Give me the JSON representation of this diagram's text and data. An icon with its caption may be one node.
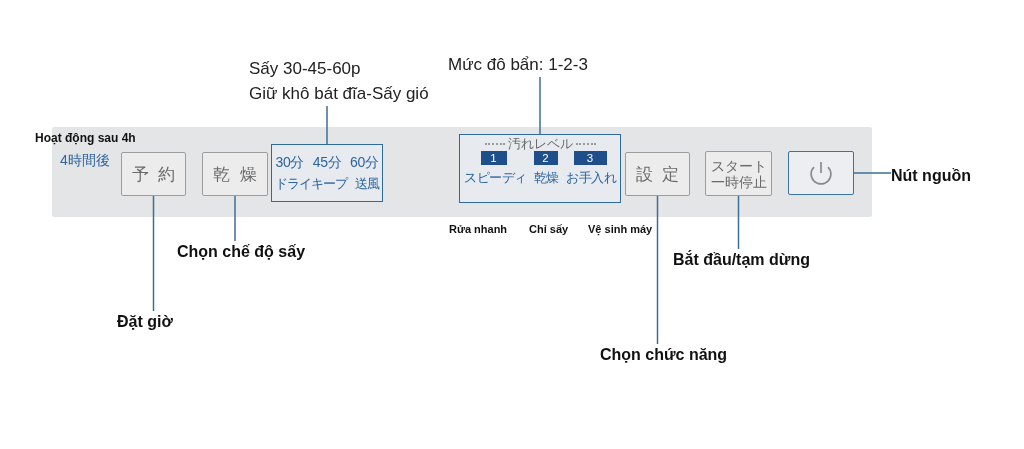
{
  "diagram": {
    "nodes": [
      {
        "text": [],
        "shape": "box"
      },
      {
        "text": [
          "予約"
        ],
        "in": 0,
        "beside": [
          "4時間後"
        ]
      },
      {
        "text": [
          "乾燥"
        ],
        "in": 0
      },
      {
        "text": [
          "30分 45分 60分",
          "ドライキープ 送風"
        ],
        "in": 0
      },
      {
        "text": [
          "汚れレベル",
          "スピーディ",
          "乾燥",
          "お手入れ"
        ],
        "in": 0
      },
      {
        "text": [
          "1"
        ],
        "in": 4
      },
      {
        "text": [
          "2"
        ],
        "in": 4
      },
      {
        "text": [
          "3"
        ],
        "in": 4
      },
      {
        "text": [
          "設定"
        ],
        "in": 0
      },
      {
        "text": [
          "スタート一時停止"
        ],
        "in": 0
      },
      {
        "text": [],
        "shape": "box",
        "in": 0
      },
      {
        "text": [
          "Sấy 30-45-60p",
          "Giữ khô bát đĩa-Sấy gió"
        ]
      },
      {
        "text": [
          "Mức đô bẩn: 1-2-3"
        ]
      },
      {
        "text": [
          "Chọn chế độ sấy"
        ]
      },
      {
        "text": [
          "Đặt giờ"
        ]
      },
      {
        "text": [
          "Chọn chức năng"
        ]
      },
      {
        "text": [
          "Bắt đầu/tạm dừng"
        ]
      },
      {
        "text": [
          "Nút nguồn"
        ]
      }
    ],
    "edges": [
      {
        "from": 11,
        "to": 3,
        "arrow": "none"
      },
      {
        "from": 12,
        "to": 4,
        "arrow": "none"
      },
      {
        "from": 14,
        "to": 1,
        "arrow": "none"
      },
      {
        "from": 13,
        "to": 2,
        "arrow": "none"
      },
      {
        "from": 15,
        "to": 8,
        "arrow": "none"
      },
      {
        "from": 16,
        "to": 9,
        "arrow": "none"
      },
      {
        "from": 17,
        "to": 10,
        "arrow": "none"
      }
    ],
    "labels": [
      "Hoạt động sau 4h",
      "Rửa nhanh",
      "Chỉ sấy",
      "Vệ sinh máy"
    ]
  }
}
